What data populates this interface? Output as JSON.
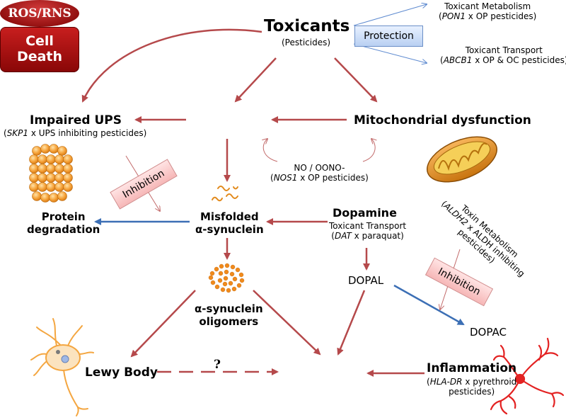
{
  "nodes": {
    "toxicants": {
      "title": "Toxicants",
      "sub": "(Pesticides)"
    },
    "protection": "Protection",
    "toxicant_metabolism": {
      "line1": "Toxicant Metabolism",
      "gene": "PON1",
      "line2_rest": " x OP pesticides)"
    },
    "toxicant_transport": {
      "line1": "Toxicant Transport",
      "gene": "ABCB1",
      "line2_rest": " x OP & OC pesticides)"
    },
    "impaired_ups": {
      "title": "Impaired UPS",
      "gene": "SKP1",
      "sub_rest": " x UPS inhibiting pesticides)"
    },
    "ros_rns": "ROS/RNS",
    "mitochondrial": "Mitochondrial dysfunction",
    "no_oono": {
      "line1": "NO / OONO-",
      "gene": "NOS1",
      "line2_rest": " x OP pesticides)"
    },
    "inhibition_left": "Inhibition",
    "protein_degradation": {
      "line1": "Protein",
      "line2": "degradation"
    },
    "misfolded": {
      "line1": "Misfolded",
      "line2": "α-synuclein"
    },
    "dopamine": {
      "title": "Dopamine",
      "sub": "Toxicant Transport",
      "gene": "DAT",
      "sub2_rest": " x paraquat)"
    },
    "toxin_metabolism": {
      "line1": "Toxin Metabolism",
      "gene": "ALDH2",
      "line2_rest": " x ALDH inhibiting",
      "line3": "pesticides)"
    },
    "inhibition_right": "Inhibition",
    "dopal": "DOPAL",
    "dopac": "DOPAC",
    "oligomers": {
      "line1": "α-synuclein",
      "line2": "oligomers"
    },
    "lewy_body": "Lewy Body",
    "question": "?",
    "cell_death": {
      "line1": "Cell",
      "line2": "Death"
    },
    "inflammation": {
      "title": "Inflammation",
      "gene": "HLA-DR",
      "sub_rest": " x pyrethroid",
      "sub2": "pesticides)"
    }
  },
  "colors": {
    "red_arrow": "#b5494b",
    "blue_arrow": "#3c6fb5",
    "thin_blue": "#5f8bd0",
    "ros_fill": "#a81616",
    "cell_death_fill": "#a50f0f"
  },
  "icons": [
    "proteasome-icon",
    "mitochondrion-icon",
    "misfolded-protein-icon",
    "oligomer-icon",
    "neuron-icon",
    "microglia-icon"
  ]
}
